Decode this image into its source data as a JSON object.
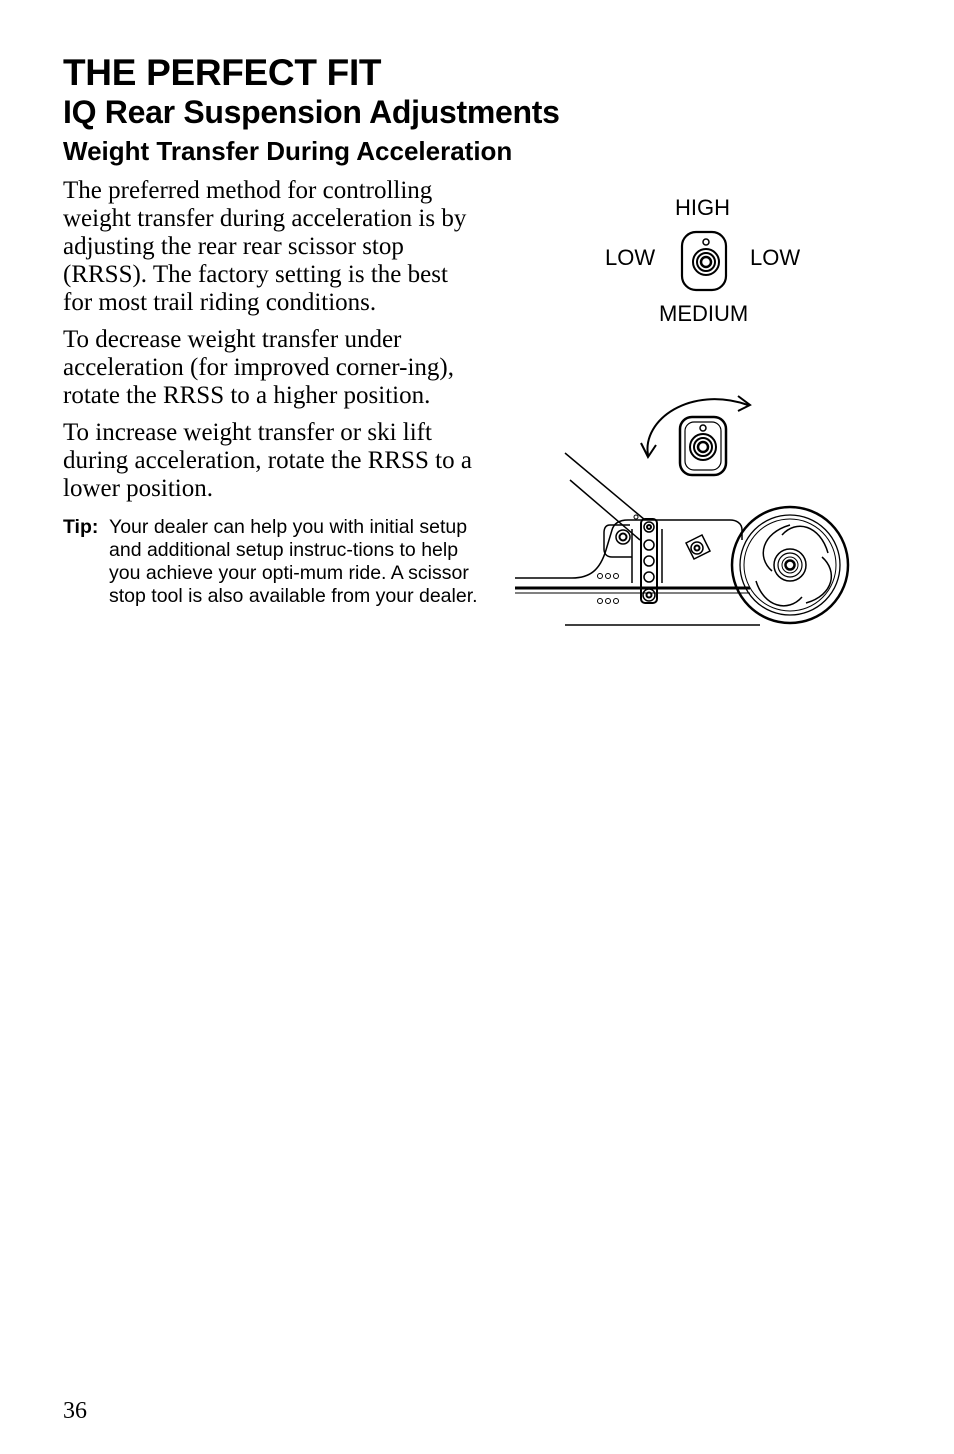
{
  "header": {
    "title": "THE PERFECT FIT",
    "subtitle": "IQ Rear Suspension Adjustments",
    "section": "Weight Transfer During Acceleration"
  },
  "body": {
    "paragraphs": [
      "The preferred method for controlling weight transfer during acceleration is by adjusting the rear rear scissor stop (RRSS). The factory setting is the best for most trail riding conditions.",
      "To decrease weight transfer under acceleration (for improved corner-ing), rotate the RRSS to a higher position.",
      "To increase weight transfer or ski lift during acceleration, rotate the RRSS to a lower position."
    ],
    "tip": {
      "label": "Tip:",
      "text": "Your dealer can help you with initial setup and additional setup instruc-tions to help you achieve your opti-mum ride. A scissor stop tool is also available from your dealer."
    }
  },
  "figure": {
    "label_high": "HIGH",
    "label_low_left": "LOW",
    "label_low_right": "LOW",
    "label_medium": "MEDIUM"
  },
  "footer": {
    "page_number": "36"
  }
}
